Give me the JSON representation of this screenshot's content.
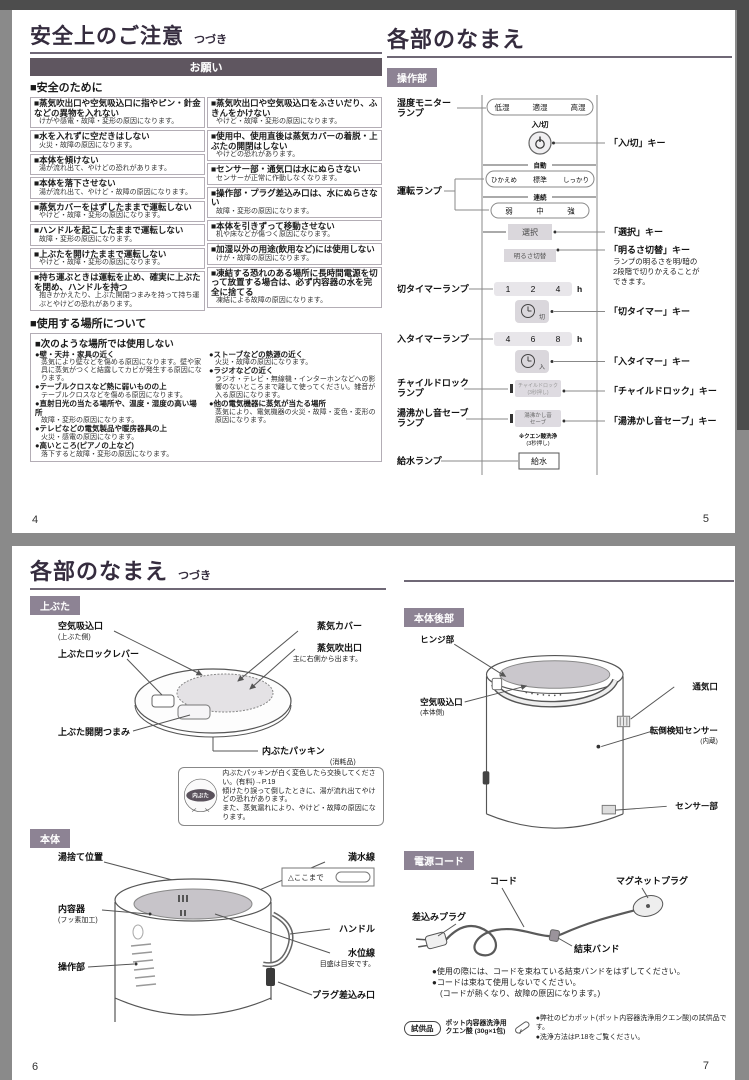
{
  "page4": {
    "title": "安全上のご注意",
    "title_suffix": "つづき",
    "banner": "お願い",
    "section_safety": "■安全のために",
    "warnings_left": [
      {
        "t": "■蒸気吹出口や空気吸込口に指やピン・針金などの異物を入れない",
        "d": "けがや感電・故障・変形の原因になります。"
      },
      {
        "t": "■水を入れずに空だきはしない",
        "d": "火災・故障の原因になります。"
      },
      {
        "t": "■本体を傾けない",
        "d": "湯が流れ出て、やけどの恐れがあります。"
      },
      {
        "t": "■本体を落下させない",
        "d": "湯が流れ出て、やけど・故障の原因になります。"
      },
      {
        "t": "■蒸気カバーをはずしたままで運転しない",
        "d": "やけど・故障・変形の原因になります。"
      },
      {
        "t": "■ハンドルを起こしたままで運転しない",
        "d": "故障・変形の原因になります。"
      },
      {
        "t": "■上ぶたを開けたままで運転しない",
        "d": "やけど・故障・変形の原因になります。"
      },
      {
        "t": "■持ち運ぶときは運転を止め、確実に上ぶたを閉め、ハンドルを持つ",
        "d": "抱きかかえたり、上ぶた開閉つまみを持って持ち運ぶとやけどの恐れがあります。"
      }
    ],
    "warnings_right": [
      {
        "t": "■蒸気吹出口や空気吸込口をふさいだり、ふきんをかけない",
        "d": "やけど・故障・変形の原因になります。"
      },
      {
        "t": "■使用中、使用直後は蒸気カバーの着脱・上ぶたの開閉はしない",
        "d": "やけどの恐れがあります。"
      },
      {
        "t": "■センサー部・通気口は水にぬらさない",
        "d": "センサーが正常に作動しなくなります。"
      },
      {
        "t": "■操作部・プラグ差込み口は、水にぬらさない",
        "d": "故障・変形の原因になります。"
      },
      {
        "t": "■本体を引きずって移動させない",
        "d": "机や床などが傷つく原因になります。"
      },
      {
        "t": "■加湿以外の用途(飲用など)には使用しない",
        "d": "けが・故障の原因になります。"
      },
      {
        "t": "■凍結する恐れのある場所に長時間電源を切って放置する場合は、必ず内容器の水を完全に捨てる",
        "d": "凍結による故障の原因になります。"
      }
    ],
    "section_place": "■使用する場所について",
    "place_heading": "■次のような場所では使用しない",
    "places_left": [
      {
        "t": "●壁・天井・家具の近く",
        "d": "蒸気により壁などを傷める原因になります。壁や家具に蒸気がつくと結露してカビが発生する原因になります。"
      },
      {
        "t": "●テーブルクロスなど熱に弱いものの上",
        "d": "テーブルクロスなどを傷める原因になります。"
      },
      {
        "t": "●直射日光の当たる場所や、温度・湿度の高い場所",
        "d": "故障・変形の原因になります。"
      },
      {
        "t": "●テレビなどの電気製品や暖房器具の上",
        "d": "火災・感電の原因になります。"
      },
      {
        "t": "●高いところ(ピアノの上など)",
        "d": "落下すると故障・変形の原因になります。"
      }
    ],
    "places_right": [
      {
        "t": "●ストーブなどの熱源の近く",
        "d": "火災・故障の原因になります。"
      },
      {
        "t": "●ラジオなどの近く",
        "d": "ラジオ・テレビ・無線機・インターホンなどへの影響のないところまで離して使ってください。雑音が入る原因になります。"
      },
      {
        "t": "●他の電気機器に蒸気が当たる場所",
        "d": "蒸気により、電気機器の火災・故障・変色・変形の原因になります。"
      }
    ],
    "page_number": "4"
  },
  "page5": {
    "title": "各部のなまえ",
    "section_panel": "操作部",
    "left_labels": {
      "humidity1": "湿度モニター",
      "humidity2": "ランプ",
      "unten": "運転ランプ",
      "kiri_timer": "切タイマーランプ",
      "iri_timer": "入タイマーランプ",
      "child1": "チャイルドロック",
      "child2": "ランプ",
      "save1": "湯沸かし音セーブ",
      "save2": "ランプ",
      "kyusui": "給水ランプ"
    },
    "panel": {
      "hum_low": "低湿",
      "hum_mid": "適湿",
      "hum_high": "高湿",
      "power": "入/切",
      "auto": "自動",
      "auto1": "ひかえめ",
      "auto2": "標準",
      "auto3": "しっかり",
      "cont": "連続",
      "cont1": "弱",
      "cont2": "中",
      "cont3": "強",
      "select": "選択",
      "brightness": "明るさ切替",
      "t1": "1",
      "t2": "2",
      "t4": "4",
      "h1": "h",
      "t4b": "4",
      "t6": "6",
      "t8": "8",
      "h2": "h",
      "kiri": "切",
      "iri": "入",
      "child_btn1": "チャイルドロック",
      "child_btn2": "(3秒押し)",
      "save_btn1": "湯沸かし音",
      "save_btn2": "セーブ",
      "citric1": "※クエン酸洗浄",
      "citric2": "(3秒押し)",
      "kyusui_btn": "給水"
    },
    "right_labels": {
      "power": "「入/切」キー",
      "select": "「選択」キー",
      "brightness": "「明るさ切替」キー",
      "brightness_note1": "ランプの明るさを明/暗の",
      "brightness_note2": "2段階で切りかえることが",
      "brightness_note3": "できます。",
      "kiri_timer": "「切タイマー」キー",
      "iri_timer": "「入タイマー」キー",
      "child": "「チャイルドロック」キー",
      "save": "「湯沸かし音セーブ」キー"
    },
    "page_number": "5"
  },
  "page6": {
    "title": "各部のなまえ",
    "title_suffix": "つづき",
    "section_lid": "上ぶた",
    "lid": {
      "air_inlet": "空気吸込口",
      "air_inlet_sub": "(上ぶた側)",
      "lock_lever": "上ぶたロックレバー",
      "knob": "上ぶた開閉つまみ",
      "steam_cover": "蒸気カバー",
      "steam_outlet": "蒸気吹出口",
      "steam_outlet_note": "主に右側から出ます。",
      "packing": "内ぶたパッキン",
      "packing_sub": "(消耗品)",
      "inner_lid": "内ぶた",
      "note": "内ぶたパッキンが白く変色したら交換してください。(有料)→P.19\n傾けたり誤って倒したときに、湯が流れ出てやけどの恐れがあります。\nまた、蒸気漏れにより、やけど・故障の原因になります。"
    },
    "section_body": "本体",
    "body": {
      "pour": "湯捨て位置",
      "full_line": "満水線",
      "full_box": "△ここまで",
      "container": "内容器",
      "container_sub": "(フッ素加工)",
      "handle": "ハンドル",
      "water_line": "水位線",
      "water_note": "目盛は目安です。",
      "control": "操作部",
      "plug": "プラグ差込み口"
    },
    "page_number": "6"
  },
  "page7": {
    "section_rear": "本体後部",
    "rear": {
      "hinge": "ヒンジ部",
      "air_inlet": "空気吸込口",
      "air_inlet_sub": "(本体側)",
      "vent": "通気口",
      "tilt": "転倒検知センサー",
      "tilt_sub": "(内蔵)",
      "sensor": "センサー部"
    },
    "section_cord": "電源コード",
    "cord": {
      "cord": "コード",
      "plug": "差込みプラグ",
      "magnet": "マグネットプラグ",
      "band": "結束バンド",
      "note": "●使用の際には、コードを束ねている結束バンドをはずしてください。\n●コードは束ねて使用しないでください。\n　(コードが熱くなり、故障の原因になります。)"
    },
    "sample": {
      "badge": "試供品",
      "name": "ポット内容器洗浄用\nクエン酸 (30g×1包)",
      "note": "●弊社のピカポット(ポット内容器洗浄用クエン酸)の試供品です。\n●洗浄方法はP.18をご覧ください。"
    },
    "page_number": "7"
  }
}
